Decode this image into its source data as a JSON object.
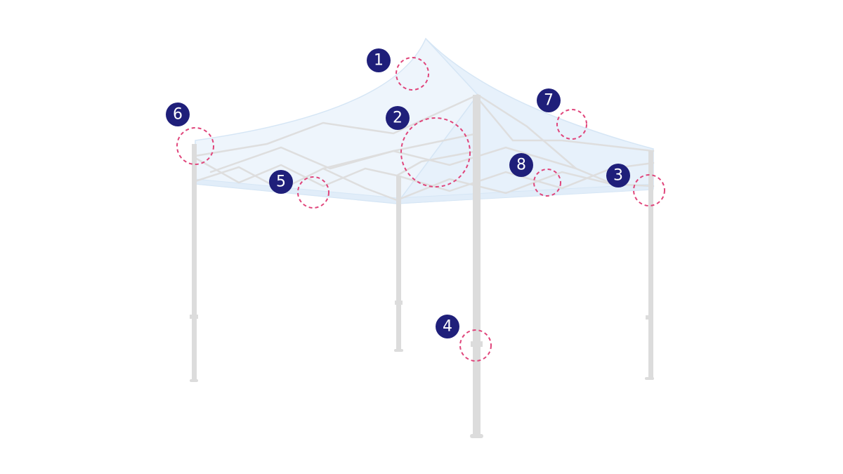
{
  "diagram": {
    "colors": {
      "badge_fill": "#1f1f7a",
      "badge_text": "#ffffff",
      "highlight_ring": "#e0457b",
      "frame": "#dcdcdc",
      "canopy_fill": "#eef5fc",
      "canopy_edge": "#d6e6f5"
    },
    "markers": [
      {
        "number": "1"
      },
      {
        "number": "2"
      },
      {
        "number": "3"
      },
      {
        "number": "4"
      },
      {
        "number": "5"
      },
      {
        "number": "6"
      },
      {
        "number": "7"
      },
      {
        "number": "8"
      }
    ]
  }
}
